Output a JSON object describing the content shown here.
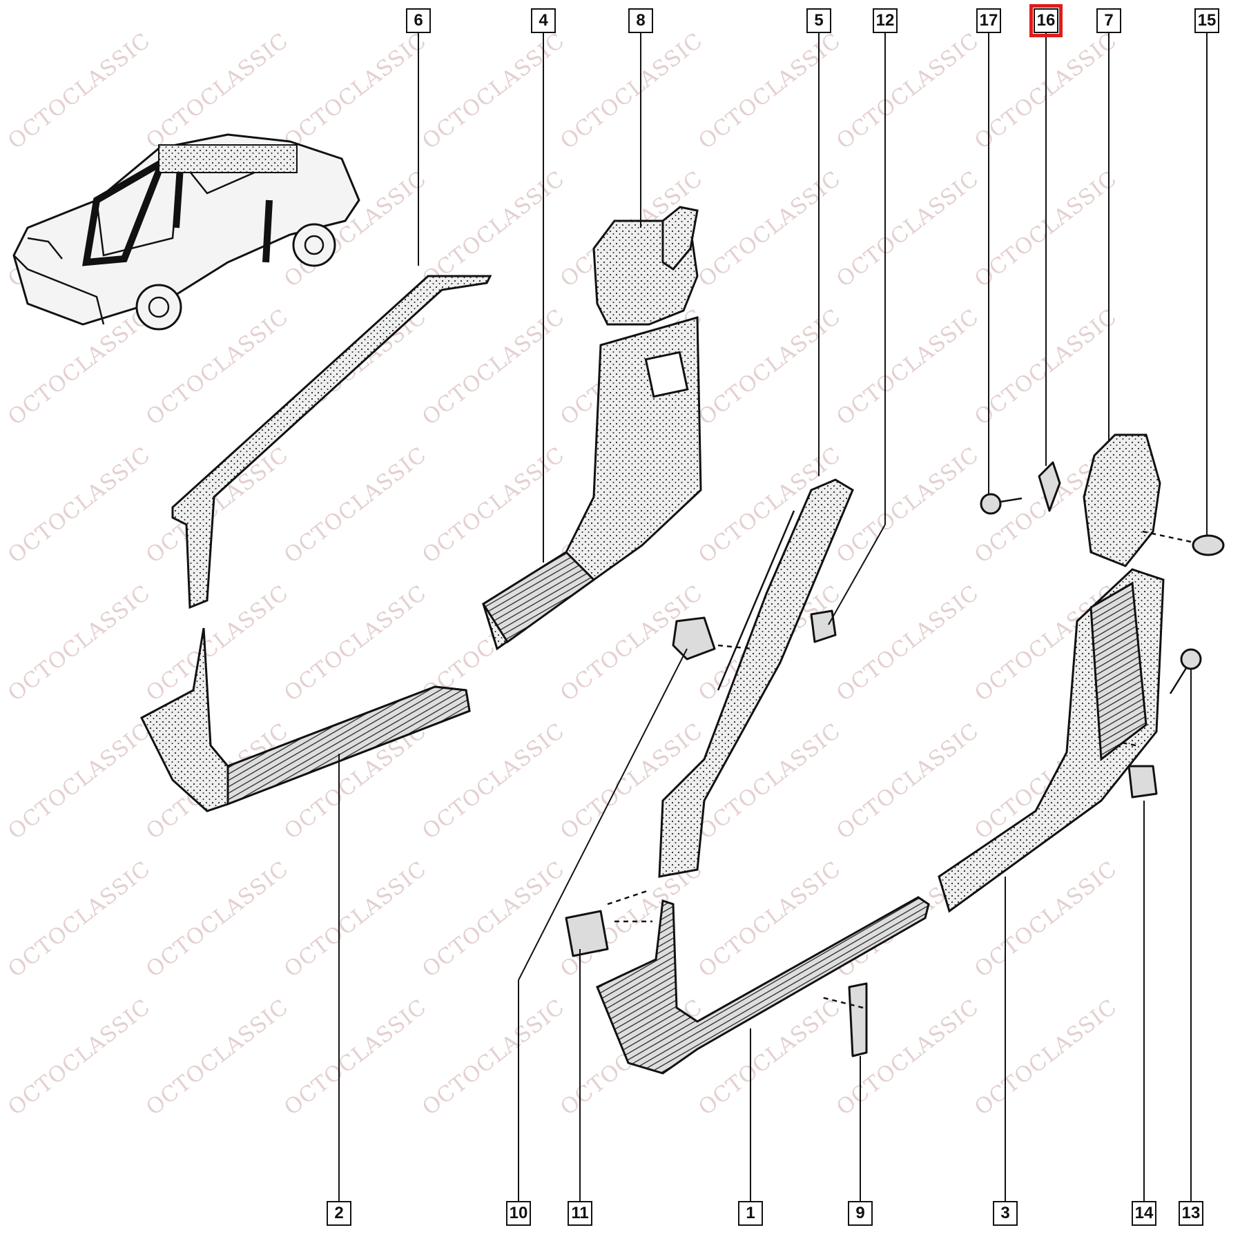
{
  "diagram": {
    "highlight_color": "#e11b1b",
    "watermark": "OCTOCLASSIC",
    "callouts": [
      {
        "id": "6",
        "highlighted": false
      },
      {
        "id": "4",
        "highlighted": false
      },
      {
        "id": "8",
        "highlighted": false
      },
      {
        "id": "5",
        "highlighted": false
      },
      {
        "id": "12",
        "highlighted": false
      },
      {
        "id": "17",
        "highlighted": false
      },
      {
        "id": "16",
        "highlighted": true
      },
      {
        "id": "7",
        "highlighted": false
      },
      {
        "id": "15",
        "highlighted": false
      },
      {
        "id": "2",
        "highlighted": false
      },
      {
        "id": "10",
        "highlighted": false
      },
      {
        "id": "11",
        "highlighted": false
      },
      {
        "id": "1",
        "highlighted": false
      },
      {
        "id": "9",
        "highlighted": false
      },
      {
        "id": "3",
        "highlighted": false
      },
      {
        "id": "14",
        "highlighted": false
      },
      {
        "id": "13",
        "highlighted": false
      }
    ]
  }
}
